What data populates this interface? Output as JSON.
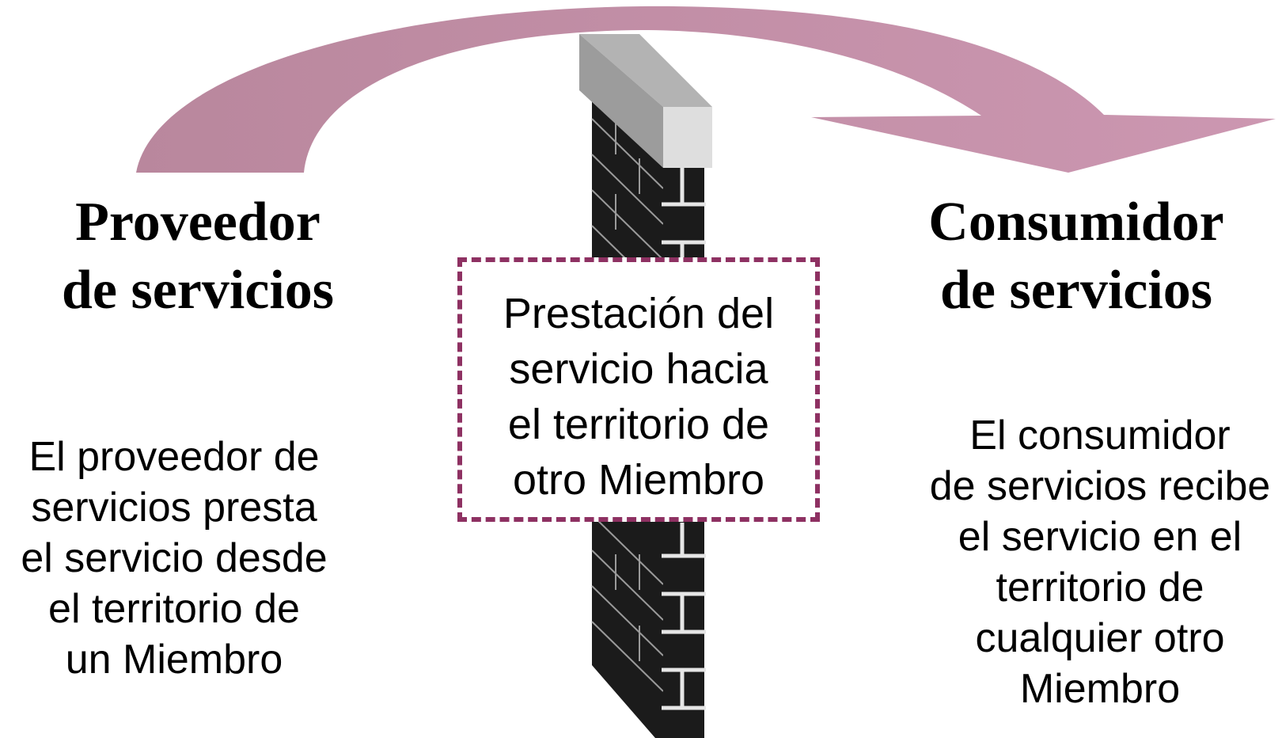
{
  "colors": {
    "arrow": "#c795ad",
    "dashed_border": "#8e3162",
    "wall_cap_top": "#b3b3b3",
    "wall_cap_front": "#dedede",
    "brick": "#1b1b1b",
    "mortar": "#9a9a9a"
  },
  "provider": {
    "heading": [
      "Proveedor",
      "de servicios"
    ],
    "text": [
      "El proveedor de",
      "servicios presta",
      "el servicio desde",
      "el territorio de",
      "un Miembro"
    ]
  },
  "center": {
    "text": [
      "Prestación del",
      "servicio hacia",
      "el territorio de",
      "otro Miembro"
    ]
  },
  "consumer": {
    "heading": [
      "Consumidor",
      "de servicios"
    ],
    "text": [
      "El consumidor",
      "de servicios recibe",
      "el servicio en el",
      "territorio de",
      "cualquier otro",
      "Miembro"
    ]
  },
  "icons": [
    "curved-arrow-icon",
    "brick-wall-icon"
  ]
}
